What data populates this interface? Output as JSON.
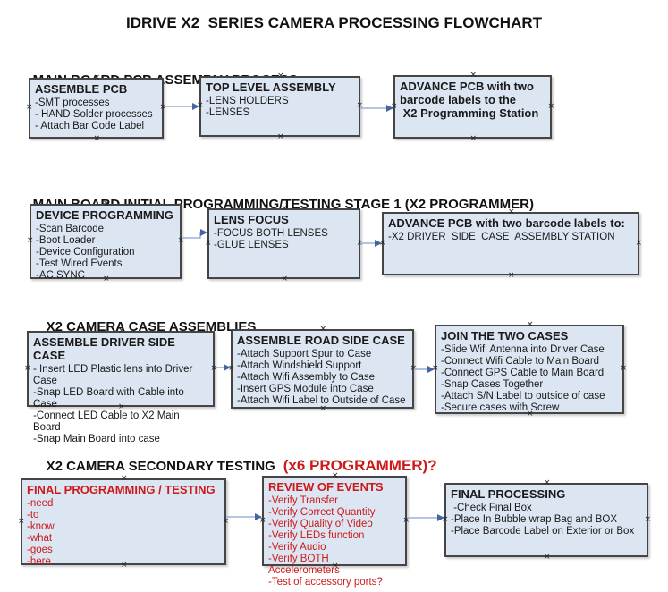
{
  "title": "IDRIVE X2  SERIES CAMERA PROCESSING FLOWCHART",
  "colors": {
    "box_fill": "#dce6f2",
    "box_border": "#454545",
    "arrow_line": "#9ab2d5",
    "arrow_head": "#44659f",
    "red_text": "#cc1a1a",
    "black_text": "#1a1a1a"
  },
  "icons": {
    "connection_point_glyph": "×"
  },
  "sections": [
    {
      "heading": {
        "text": "MAIN BOARD PCB ASSEMBLY PROCESS",
        "red_suffix": ""
      },
      "boxes": [
        {
          "title": "ASSEMBLE PCB",
          "items": [
            "-SMT processes",
            "- HAND Solder processes",
            "- Attach Bar Code Label"
          ]
        },
        {
          "title": "TOP LEVEL ASSEMBLY",
          "items": [
            "-LENS HOLDERS",
            "-LENSES"
          ]
        },
        {
          "title": "ADVANCE PCB with two\nbarcode labels to the\n X2 Programming Station",
          "items": []
        }
      ]
    },
    {
      "heading": {
        "text": "MAIN BOARD INITIAL PROGRAMMING/TESTING STAGE 1 (X2 PROGRAMMER)",
        "red_suffix": ""
      },
      "boxes": [
        {
          "title": "DEVICE PROGRAMMING",
          "items": [
            "-Scan Barcode",
            "-Boot Loader",
            "-Device Configuration",
            "-Test Wired Events",
            "-AC SYNC"
          ]
        },
        {
          "title": "LENS FOCUS",
          "items": [
            "-FOCUS BOTH LENSES",
            "-GLUE LENSES"
          ]
        },
        {
          "title": "ADVANCE PCB with two barcode labels to:",
          "items": [
            "-X2 DRIVER  SIDE  CASE  ASSEMBLY STATION"
          ]
        }
      ]
    },
    {
      "heading": {
        "text": "X2 CAMERA CASE ASSEMBLIES",
        "red_suffix": ""
      },
      "boxes": [
        {
          "title": "ASSEMBLE DRIVER SIDE CASE",
          "items": [
            "- Insert LED Plastic lens into Driver Case",
            "-Snap LED Board with Cable into Case",
            "-Connect LED Cable to X2 Main Board",
            "-Snap Main Board into case"
          ]
        },
        {
          "title": "ASSEMBLE ROAD SIDE CASE",
          "items": [
            "-Attach Support Spur to Case",
            "-Attach Windshield Support",
            "-Attach Wifi Assembly to Case",
            "-Insert GPS Module into Case",
            "-Attach Wifi Label to Outside of Case"
          ]
        },
        {
          "title": "JOIN THE TWO CASES",
          "items": [
            "-Slide Wifi Antenna into Driver Case",
            "-Connect Wifi Cable to Main Board",
            "-Connect GPS Cable to Main Board",
            "-Snap Cases Together",
            "-Attach S/N Label to outside of case",
            "-Secure cases with Screw"
          ]
        }
      ]
    },
    {
      "heading": {
        "text": "X2 CAMERA SECONDARY TESTING ",
        "red_suffix": " (x6 PROGRAMMER)?"
      },
      "boxes": [
        {
          "title": "FINAL PROGRAMMING / TESTING",
          "items": [
            "-need",
            "-to",
            "-know",
            "-what",
            "-goes",
            "-here"
          ],
          "text_color": "#cc1a1a"
        },
        {
          "title": "REVIEW OF EVENTS",
          "items": [
            "-Verify Transfer",
            "-Verify Correct Quantity",
            "-Verify Quality of Video",
            "-Verify LEDs function",
            "-Verify Audio",
            "-Verify BOTH Accelerometers",
            "-Test of accessory ports?"
          ],
          "text_color": "#cc1a1a"
        },
        {
          "title": "FINAL PROCESSING",
          "items": [
            " -Check Final Box",
            "-Place In Bubble wrap Bag and BOX",
            "-Place Barcode Label on Exterior or Box"
          ]
        }
      ]
    }
  ]
}
